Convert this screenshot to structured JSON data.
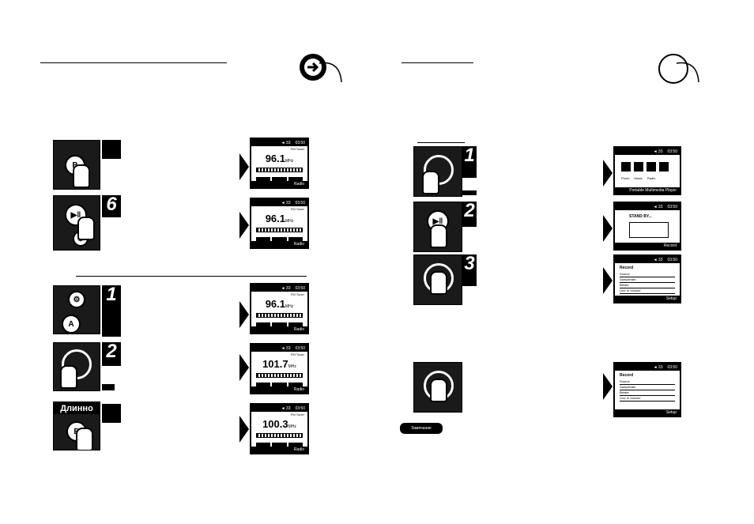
{
  "left": {
    "screens": [
      {
        "freq": "96.1",
        "unit": "MHz",
        "bottom": "Radio"
      },
      {
        "freq": "96.1",
        "unit": "MHz",
        "bottom": "Radio"
      },
      {
        "freq": "96.1",
        "unit": "MHz",
        "bottom": "Radio"
      },
      {
        "freq": "101.7",
        "unit": "MHz",
        "bottom": "Radio"
      },
      {
        "freq": "100.3",
        "unit": "MHz",
        "bottom": "Radio"
      }
    ],
    "steps": {
      "s6": "6",
      "s1": "1",
      "s2": "2"
    },
    "long_press_label": "Длинно",
    "button_b": "B",
    "button_a": "A"
  },
  "right": {
    "steps": {
      "s1": "1",
      "s2": "2",
      "s3": "3"
    },
    "screens": {
      "menu": {
        "items": [
          "Photo",
          "Music",
          "Radio"
        ],
        "footer": "Portable Multimedia Player"
      },
      "standby": {
        "title": "STAND BY...",
        "bottom": "Record"
      },
      "record1": {
        "title": "Record",
        "rows": [
          "Source",
          "Samplerate",
          "Bitrate",
          "Line In Volume"
        ],
        "bottom": "Setup"
      },
      "record2": {
        "title": "Record",
        "rows": [
          "Source",
          "Samplerate",
          "Bitrate",
          "Line In Volume"
        ],
        "bottom": "Setup"
      }
    },
    "note_label": "Замечание"
  }
}
